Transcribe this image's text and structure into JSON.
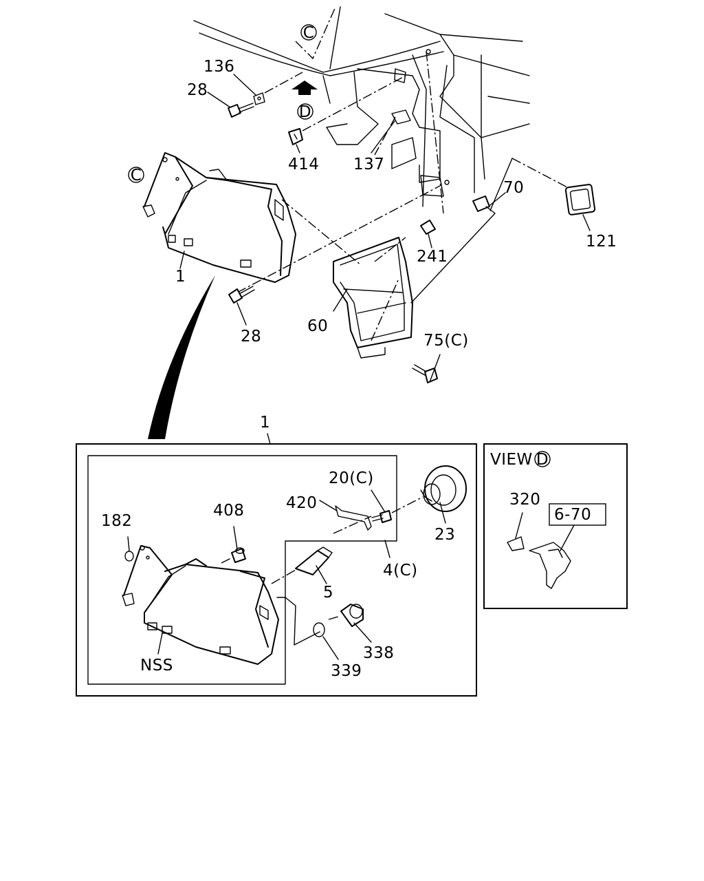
{
  "callouts": {
    "c136": "136",
    "c28_top": "28",
    "c414": "414",
    "c137": "137",
    "c70": "70",
    "c121": "121",
    "c241": "241",
    "c1_top": "1",
    "c28_mid": "28",
    "c60": "60",
    "c75": "75(C)",
    "c1_inset": "1",
    "c182": "182",
    "c408": "408",
    "c420": "420",
    "c20": "20(C)",
    "c23": "23",
    "c4": "4(C)",
    "c5": "5",
    "c338": "338",
    "c339": "339",
    "nss": "NSS",
    "c320": "320",
    "ref_6_70": "6-70"
  },
  "circle_markers": {
    "c_top": "C",
    "c_left": "C",
    "d_top": "D",
    "d_view": "D"
  },
  "view": {
    "label": "VIEW"
  }
}
